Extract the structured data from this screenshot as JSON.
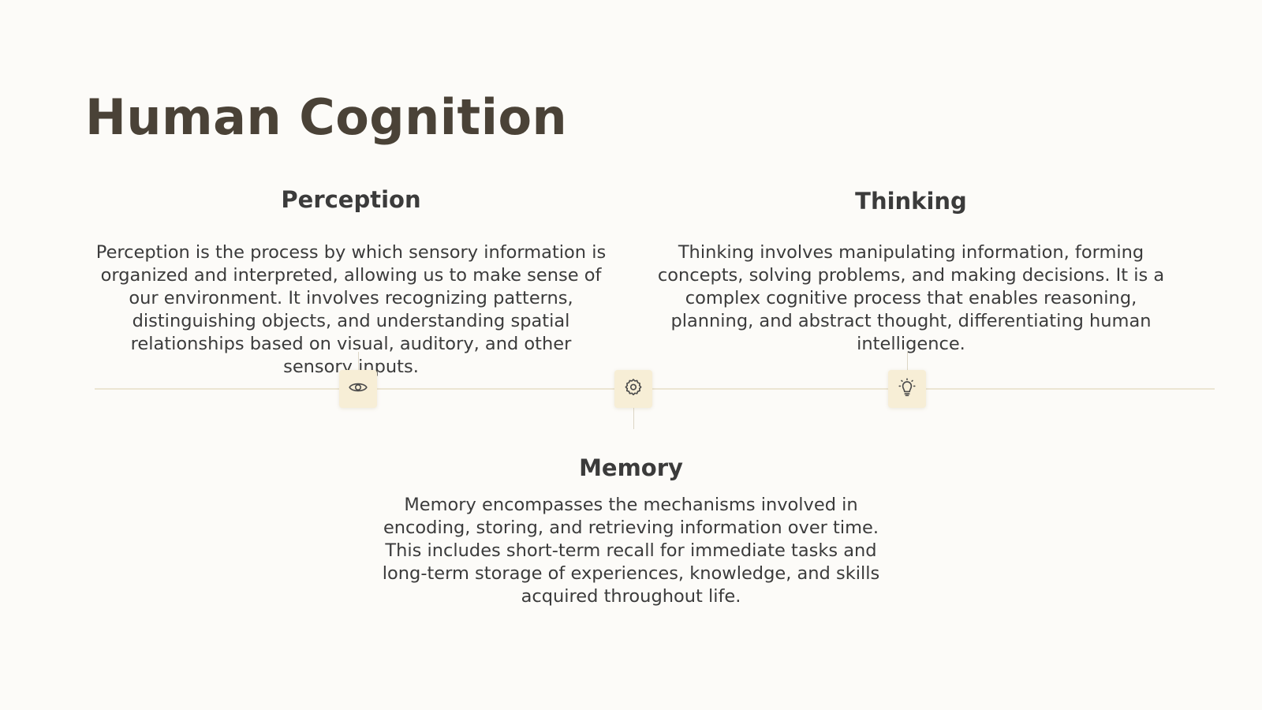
{
  "slide": {
    "title": "Human Cognition"
  },
  "sections": {
    "perception": {
      "heading": "Perception",
      "body": "Perception is the process by which sensory information is organized and interpreted, allowing us to make sense of our environment. It involves recognizing patterns, distinguishing objects, and understanding spatial relationships based on visual, auditory, and other sensory inputs.",
      "icon": "eye-icon"
    },
    "memory": {
      "heading": "Memory",
      "body": "Memory encompasses the mechanisms involved in encoding, storing, and retrieving information over time. This includes short-term recall for immediate tasks and long-term storage of experiences, knowledge, and skills acquired throughout life.",
      "icon": "gear-icon"
    },
    "thinking": {
      "heading": "Thinking",
      "body": "Thinking involves manipulating information, forming concepts, solving problems, and making decisions. It is a complex cognitive process that enables reasoning, planning, and abstract thought, differentiating human intelligence.",
      "icon": "lightbulb-icon"
    }
  },
  "colors": {
    "background": "#fcfbf8",
    "title": "#4a4237",
    "text": "#3b3b3b",
    "node_fill": "#f7eed6",
    "timeline": "#ece5d3"
  }
}
